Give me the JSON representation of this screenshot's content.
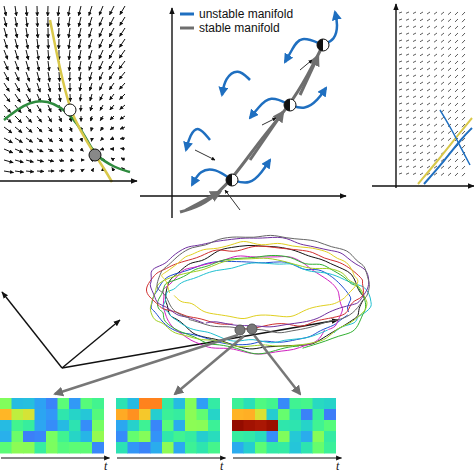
{
  "diagram": {
    "labels": [
      "t",
      "t",
      "t"
    ],
    "legend": [
      {
        "text": "unstable manifold"
      },
      {
        "text": "stable manifold"
      }
    ]
  }
}
